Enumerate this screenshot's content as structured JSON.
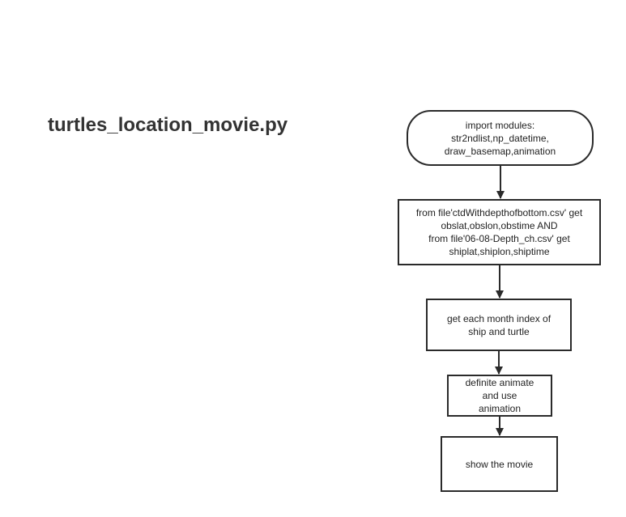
{
  "title": "turtles_location_movie.py",
  "colors": {
    "stroke": "#2a2a2a",
    "title": "#333333",
    "text": "#222222",
    "background": "#ffffff"
  },
  "nodes": [
    {
      "id": "n1",
      "shape": "rounded",
      "lines": [
        "import modules:",
        "str2ndlist,np_datetime,",
        "draw_basemap,animation"
      ]
    },
    {
      "id": "n2",
      "shape": "rectangle",
      "lines": [
        "from file'ctdWithdepthofbottom.csv' get",
        "obslat,obslon,obstime AND",
        "from file'06-08-Depth_ch.csv' get",
        "shiplat,shiplon,shiptime"
      ]
    },
    {
      "id": "n3",
      "shape": "rectangle",
      "lines": [
        "get each month index of",
        "ship and turtle"
      ]
    },
    {
      "id": "n4",
      "shape": "rectangle",
      "lines": [
        "definite animate",
        "and use",
        "animation"
      ]
    },
    {
      "id": "n5",
      "shape": "rectangle",
      "lines": [
        "show the movie"
      ]
    }
  ],
  "edges": [
    {
      "from": "n1",
      "to": "n2"
    },
    {
      "from": "n2",
      "to": "n3"
    },
    {
      "from": "n3",
      "to": "n4"
    },
    {
      "from": "n4",
      "to": "n5"
    }
  ]
}
